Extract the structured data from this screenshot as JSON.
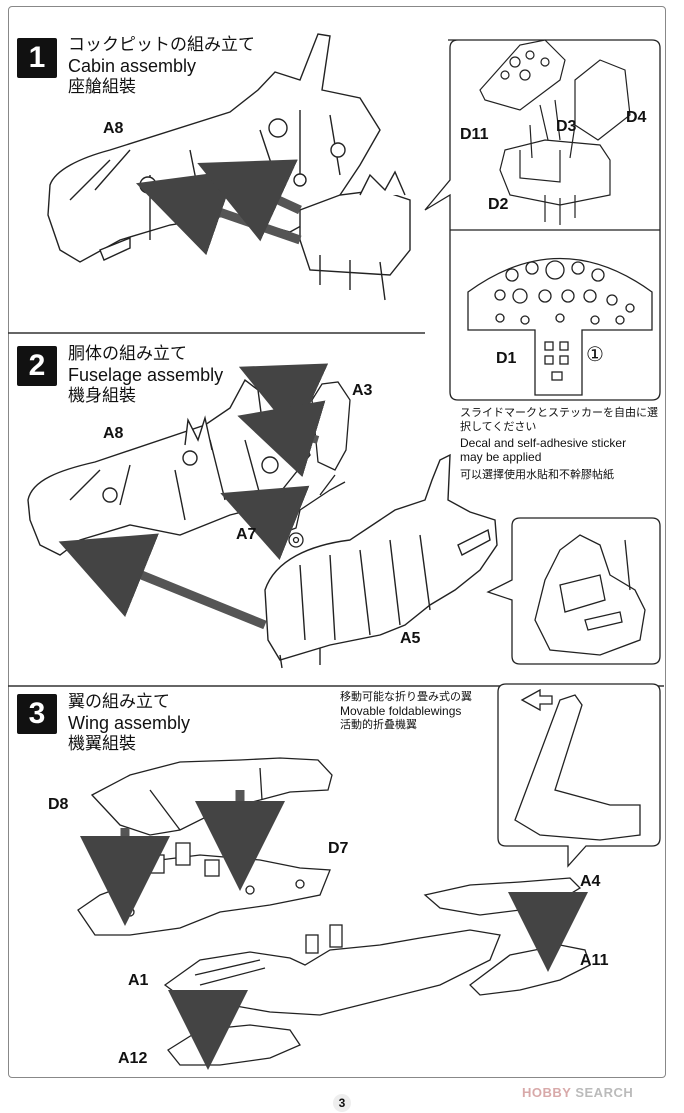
{
  "steps": [
    {
      "number": "1",
      "title_jp": "コックピットの組み立て",
      "title_en": "Cabin assembly",
      "title_cn": "座艙組裝"
    },
    {
      "number": "2",
      "title_jp": "胴体の組み立て",
      "title_en": "Fuselage assembly",
      "title_cn": "機身組裝"
    },
    {
      "number": "3",
      "title_jp": "翼の組み立て",
      "title_en": "Wing assembly",
      "title_cn": "機翼組裝"
    }
  ],
  "parts": {
    "a8_step1": "A8",
    "d11": "D11",
    "d3": "D3",
    "d4": "D4",
    "d2": "D2",
    "d1": "D1",
    "decal_no": "①",
    "a8_step2": "A8",
    "a3": "A3",
    "a7": "A7",
    "a5": "A5",
    "d8": "D8",
    "d7": "D7",
    "a4": "A4",
    "a11": "A11",
    "a1": "A1",
    "a12": "A12"
  },
  "notes": {
    "decal_jp": "スライドマークとステッカーを自由に選択してください",
    "decal_en": "Decal and self-adhesive sticker may be applied",
    "decal_cn": "可以選擇使用水貼和不幹膠帖紙",
    "wing_jp": "移動可能な折り畳み式の翼",
    "wing_en": "Movable foldablewings",
    "wing_cn": "活動的折叠機翼"
  },
  "page_number": "3",
  "watermark": {
    "prefix": "HOBBY",
    "suffix": "SEARCH"
  }
}
